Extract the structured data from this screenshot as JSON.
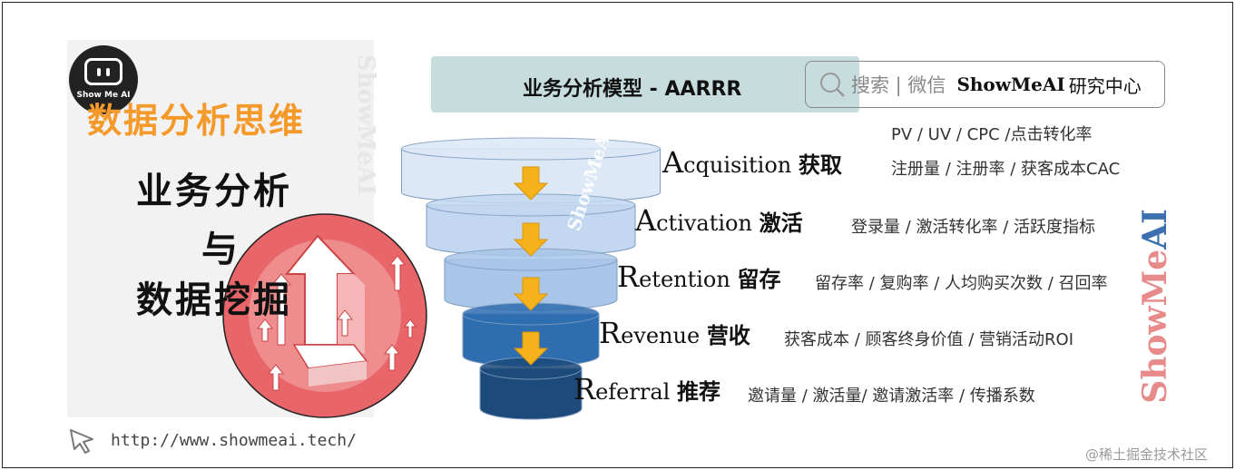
{
  "logo": {
    "text": "Show Me AI"
  },
  "left": {
    "orange_title": "数据分析思维",
    "title_line1": "业务分析",
    "title_line2": "与",
    "title_line3": "数据挖掘",
    "side_watermark": "ShowMeAI"
  },
  "footer": {
    "url": "http://www.showmeai.tech/",
    "corner_mark": "@稀土掘金技术社区"
  },
  "header": {
    "title": "业务分析模型 - AARRR",
    "search_text": "搜索 | 微信",
    "brand": "ShowMeAI",
    "brand_cn": "研究中心"
  },
  "funnel": {
    "watermark": "ShowMeAI",
    "colors": [
      "#dce8f6",
      "#c3d8f0",
      "#a9c6e8",
      "#2f6db1",
      "#1c4a7a"
    ],
    "arrow_color": "#f5b21a",
    "stages": [
      {
        "cap": "A",
        "rest": "cquisition",
        "cn": "获取",
        "metrics": "注册量 / 注册率 / 获客成本CAC",
        "metrics_top": "PV / UV / CPC /点击转化率"
      },
      {
        "cap": "A",
        "rest": "ctivation",
        "cn": "激活",
        "metrics": "登录量 / 激活转化率 / 活跃度指标"
      },
      {
        "cap": "R",
        "rest": "etention",
        "cn": "留存",
        "metrics": "留存率 / 复购率 / 人均购买次数 / 召回率"
      },
      {
        "cap": "R",
        "rest": "evenue",
        "cn": "营收",
        "metrics": "获客成本 / 顾客终身价值 / 营销活动ROI"
      },
      {
        "cap": "R",
        "rest": "eferral",
        "cn": "推荐",
        "metrics": "邀请量 / 激活量/ 邀请激活率 / 传播系数"
      }
    ]
  },
  "right_watermark": {
    "top": "AI",
    "bottom": "ShowMe"
  }
}
